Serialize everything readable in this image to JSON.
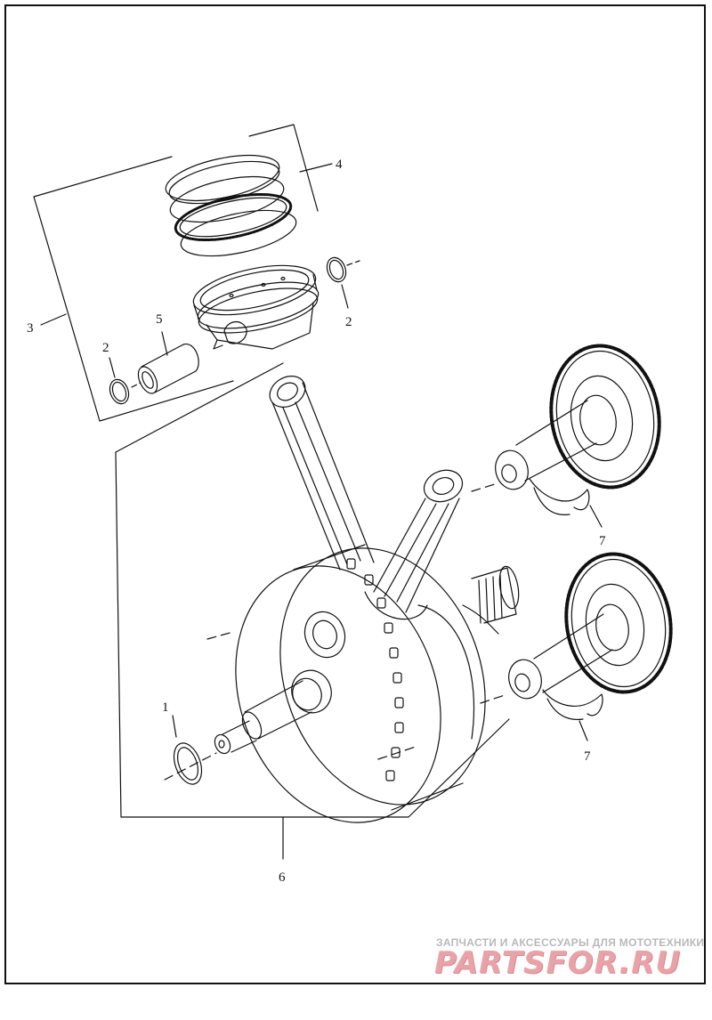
{
  "callouts": {
    "c1": "1",
    "c2a": "2",
    "c2b": "2",
    "c3": "3",
    "c4": "4",
    "c5": "5",
    "c6": "6",
    "c7a": "7",
    "c7b": "7"
  },
  "watermark": {
    "tagline": "ЗАПЧАСТИ И АКСЕССУАРЫ ДЛЯ МОТОТЕХНИКИ",
    "brand": "PARTSFOR.RU"
  },
  "colors": {
    "line": "#111111",
    "watermark_text": "#e8a3a8",
    "watermark_tagline": "#b9b9b9"
  }
}
